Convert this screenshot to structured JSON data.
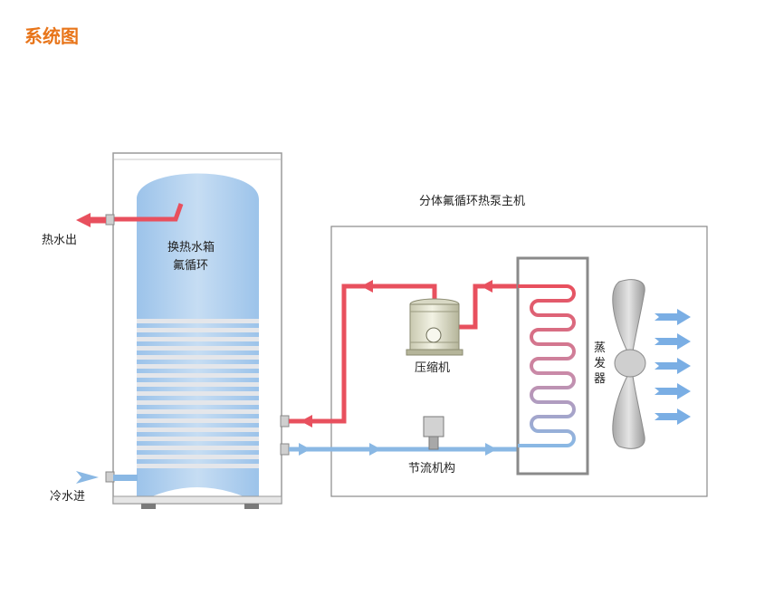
{
  "title": "系统图",
  "labels": {
    "hot_water_out": "热水出",
    "cold_water_in": "冷水进",
    "tank_line1": "换热水箱",
    "tank_line2": "氟循环",
    "host_unit": "分体氟循环热泵主机",
    "compressor": "压缩机",
    "throttle": "节流机构",
    "evaporator": [
      "蒸",
      "发",
      "器"
    ]
  },
  "colors": {
    "title": "#e8751a",
    "hot_pipe": "#e8505e",
    "cold_pipe": "#8ab8e4",
    "tank_fill": "#b9d5ef",
    "frame": "#8a8a8a"
  }
}
